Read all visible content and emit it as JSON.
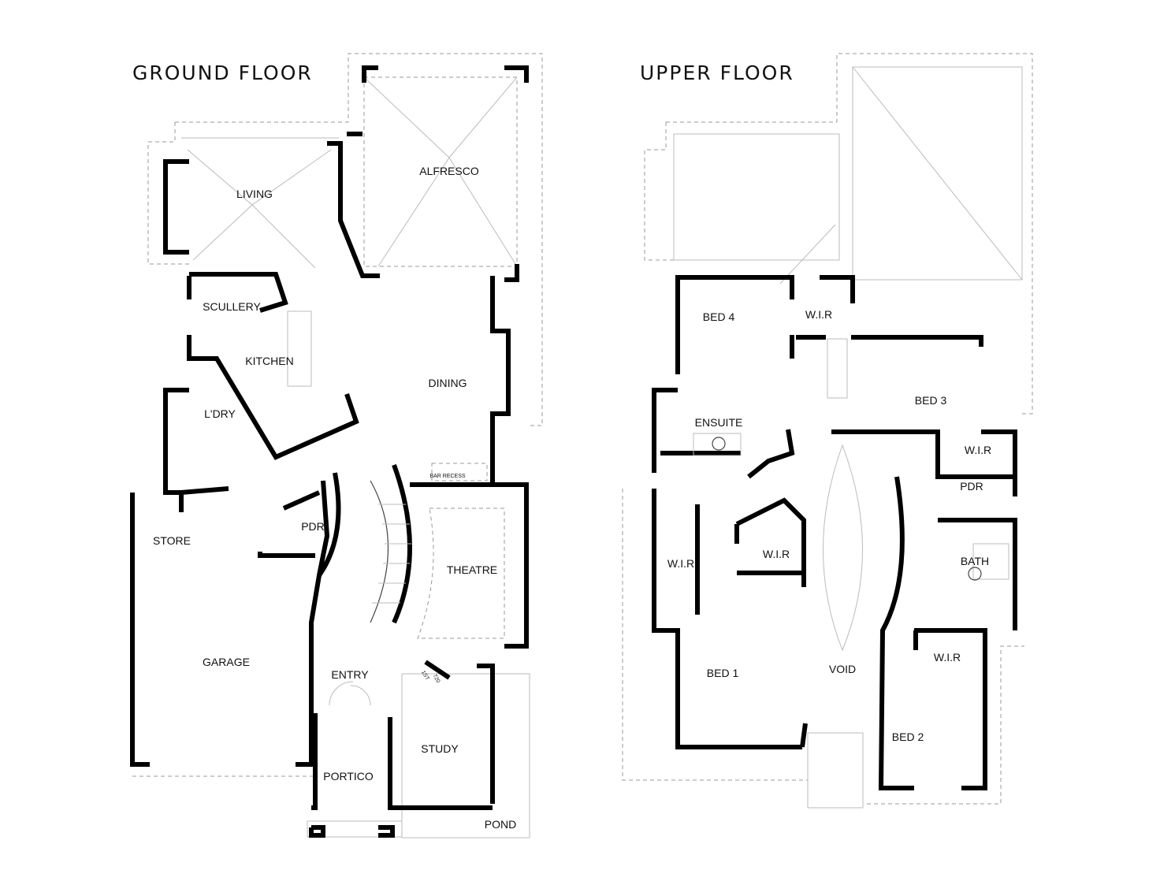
{
  "ground_floor": {
    "title": "GROUND FLOOR",
    "rooms": {
      "living": "LIVING",
      "alfresco": "ALFRESCO",
      "scullery": "SCULLERY",
      "kitchen": "KITCHEN",
      "dining": "DINING",
      "laundry": "L'DRY",
      "bar_recess": "BAR RECESS",
      "store": "STORE",
      "pdr": "PDR",
      "theatre": "THEATRE",
      "garage": "GARAGE",
      "entry": "ENTRY",
      "study": "STUDY",
      "portico": "PORTICO",
      "pond": "POND"
    },
    "stair_notes": [
      "1ST",
      "720"
    ]
  },
  "upper_floor": {
    "title": "UPPER FLOOR",
    "rooms": {
      "bed4": "BED 4",
      "wir_bed4": "W.I.R",
      "bed3": "BED 3",
      "ensuite": "ENSUITE",
      "wir_bed3": "W.I.R",
      "pdr": "PDR",
      "wir_center": "W.I.R",
      "wir_bed1": "W.I.R",
      "bath": "BATH",
      "wir_bed2": "W.I.R",
      "bed1": "BED 1",
      "void": "VOID",
      "bed2": "BED 2"
    }
  }
}
